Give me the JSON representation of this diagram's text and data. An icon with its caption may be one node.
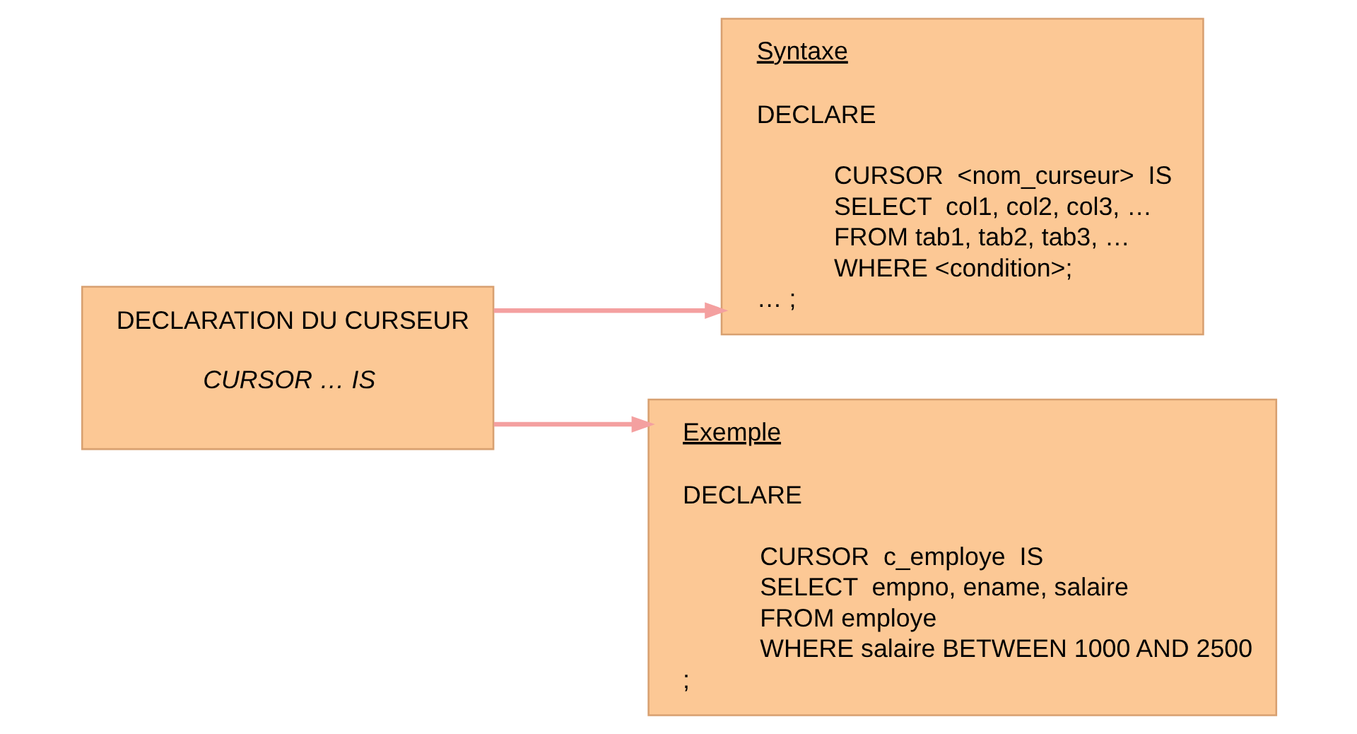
{
  "diagram": {
    "nodes": [
      {
        "text": [
          "DECLARATION DU CURSEUR",
          "CURSOR … IS"
        ]
      },
      {
        "text": [
          "Syntaxe",
          "DECLARE",
          "CURSOR  <nom_curseur>  IS",
          "SELECT  col1, col2, col3, …",
          "FROM tab1, tab2, tab3, …",
          "WHERE <condition>;",
          "… ;"
        ]
      },
      {
        "text": [
          "Exemple",
          "DECLARE",
          "CURSOR  c_employe  IS",
          "SELECT  empno, ename, salaire",
          "FROM employe",
          "WHERE salaire BETWEEN 1000 AND 2500",
          ";"
        ]
      }
    ],
    "edges": [
      {
        "from": 0,
        "to": 1,
        "arrow": "to"
      },
      {
        "from": 0,
        "to": 2,
        "arrow": "to"
      }
    ]
  }
}
